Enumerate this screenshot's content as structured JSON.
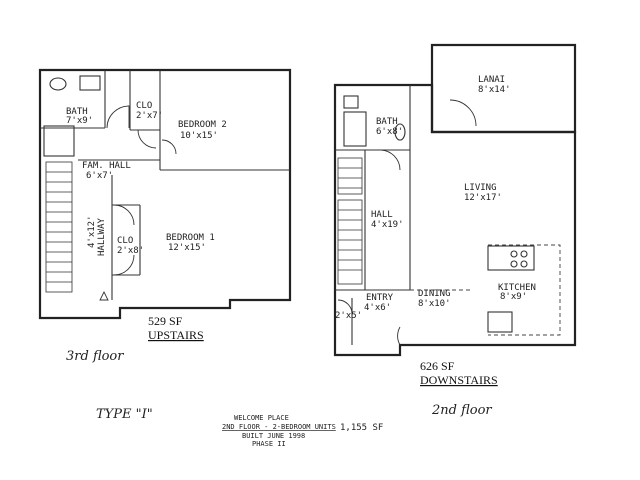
{
  "upstairs": {
    "rooms": {
      "bath": {
        "name": "BATH",
        "dim": "7'x9'"
      },
      "clo_top": {
        "name": "CLO",
        "dim": "2'x7'"
      },
      "bedroom2": {
        "name": "BEDROOM 2",
        "dim": "10'x15'"
      },
      "fam_hall": {
        "name": "FAM. HALL",
        "dim": "6'x7'"
      },
      "hallway": {
        "name": "HALLWAY",
        "dim": "4'x12'"
      },
      "clo_bottom": {
        "name": "CLO",
        "dim": "2'x8'"
      },
      "bedroom1": {
        "name": "BEDROOM 1",
        "dim": "12'x15'"
      }
    },
    "area": "529 SF",
    "label": "UPSTAIRS",
    "floor_note": "3rd floor"
  },
  "downstairs": {
    "rooms": {
      "lanai": {
        "name": "LANAI",
        "dim": "8'x14'"
      },
      "bath": {
        "name": "BATH",
        "dim": "6'x8'"
      },
      "living": {
        "name": "LIVING",
        "dim": "12'x17'"
      },
      "hall": {
        "name": "HALL",
        "dim": "4'x19'"
      },
      "kitchen": {
        "name": "KITCHEN",
        "dim": "8'x9'"
      },
      "entry": {
        "name": "ENTRY",
        "dim": "4'x6'"
      },
      "dining": {
        "name": "DINING",
        "dim": "8'x10'"
      },
      "closet": {
        "dim": "2'x5'"
      }
    },
    "area": "626 SF",
    "label": "DOWNSTAIRS",
    "floor_note": "2nd floor"
  },
  "footer": {
    "type_label": "TYPE \"I\"",
    "line1": "WELCOME PLACE",
    "line2": "2ND FLOOR - 2-BEDROOM UNITS",
    "total": "1,155 SF",
    "line3": "BUILT JUNE 1998",
    "line4": "PHASE II"
  }
}
